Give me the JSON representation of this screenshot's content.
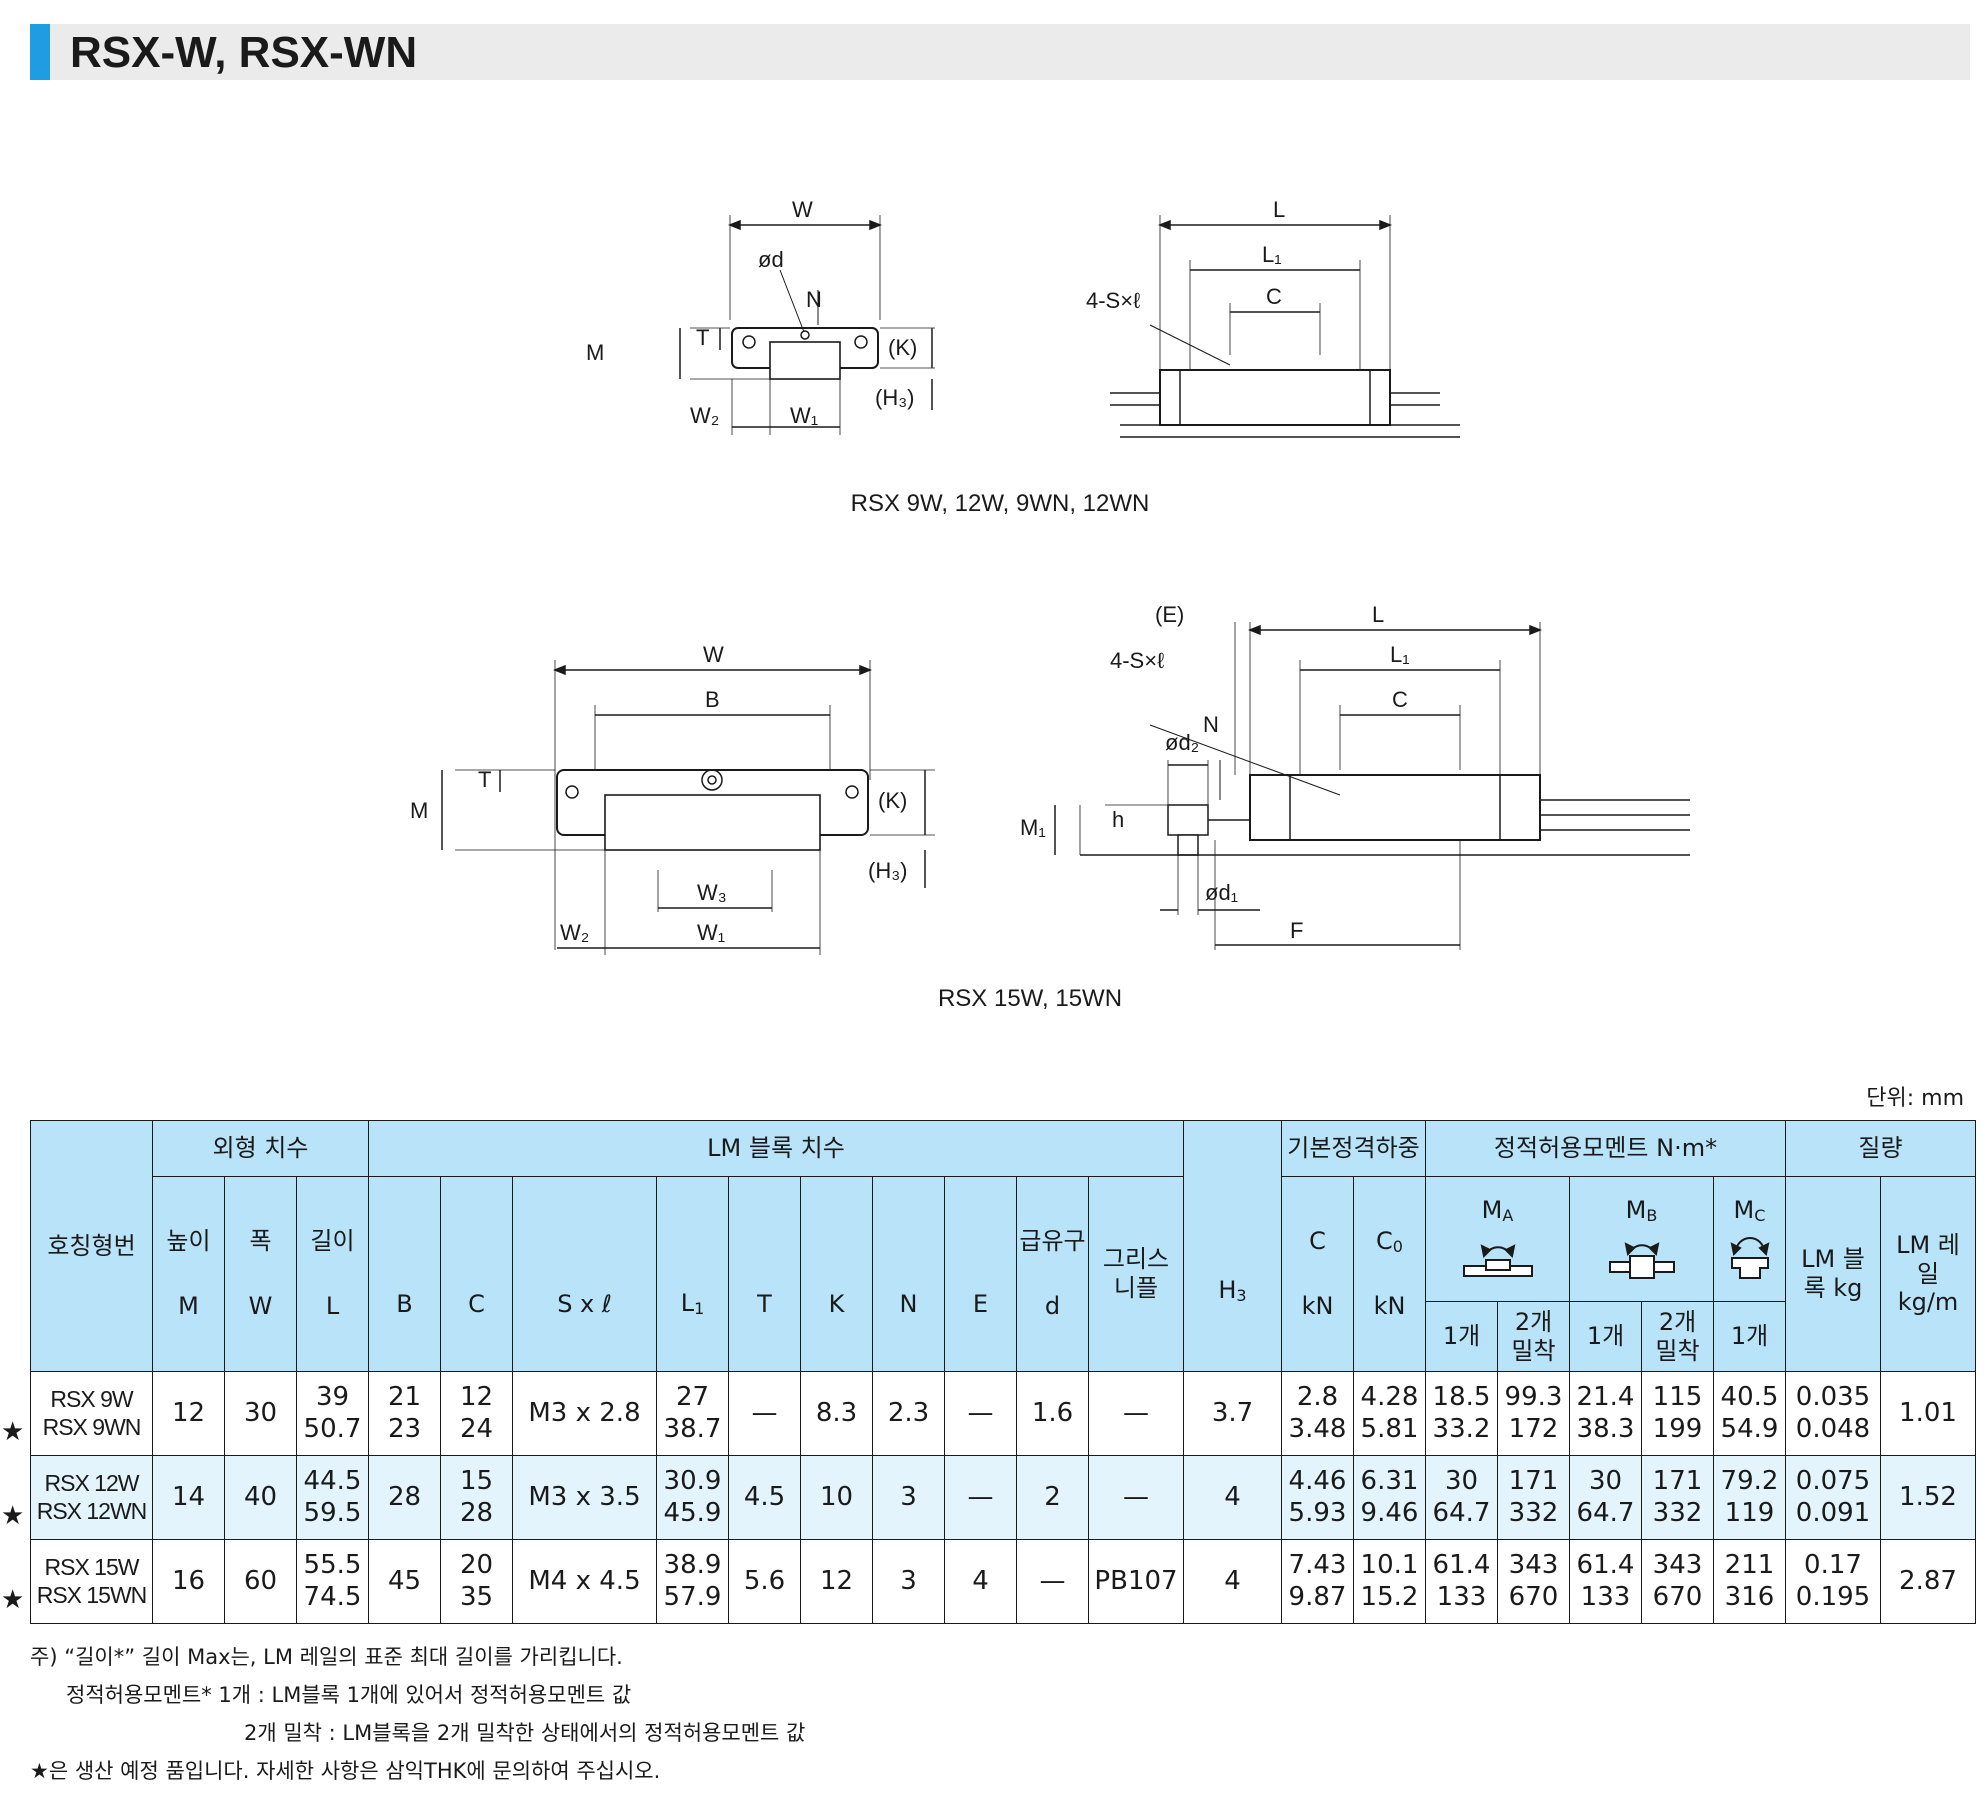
{
  "title": "RSX-W, RSX-WN",
  "colors": {
    "accent": "#1f9de2",
    "header_bg": "#b8e3f8",
    "alt_row_bg": "#e3f4fc",
    "title_bg": "#ebebeb"
  },
  "drawing1": {
    "caption": "RSX 9W, 12W, 9WN, 12WN",
    "end_labels": {
      "W": "W",
      "od": "ød",
      "N": "N",
      "T": "T",
      "M": "M",
      "K": "(K)",
      "H3": "(H₃)",
      "W2": "W₂",
      "W1": "W₁"
    },
    "side_labels": {
      "L": "L",
      "L1": "L₁",
      "C": "C",
      "Sl": "4-S×ℓ"
    }
  },
  "drawing2": {
    "caption": "RSX 15W, 15WN",
    "end_labels": {
      "W": "W",
      "B": "B",
      "T": "T",
      "M": "M",
      "K": "(K)",
      "H3": "(H₃)",
      "W3": "W₃",
      "W2": "W₂",
      "W1": "W₁"
    },
    "side_labels": {
      "E": "(E)",
      "L": "L",
      "L1": "L₁",
      "Sl": "4-S×ℓ",
      "C": "C",
      "N": "N",
      "od2": "ød₂",
      "h": "h",
      "M1": "M₁",
      "od1": "ød₁",
      "F": "F"
    }
  },
  "unit": "단위: mm",
  "table": {
    "headers": {
      "model": "호칭형번",
      "outer": "외형 치수",
      "block": "LM 블록 치수",
      "rating": "기본정격하중",
      "moment": "정적허용모멘트 N·m*",
      "mass": "질량",
      "height_kr": "높이",
      "width_kr": "폭",
      "length_kr": "길이",
      "M": "M",
      "W": "W",
      "L": "L",
      "B": "B",
      "C": "C",
      "Sl": "S x ℓ",
      "L1": "L",
      "L1_sub": "1",
      "T": "T",
      "K": "K",
      "N": "N",
      "E": "E",
      "grease_kr": "급유구",
      "d": "d",
      "nipple": "그리스 니플",
      "H3": "H",
      "H3_sub": "3",
      "Cr": "C",
      "C0": "C",
      "C0_sub": "0",
      "kN": "kN",
      "MA": "M",
      "MA_sub": "A",
      "MB": "M",
      "MB_sub": "B",
      "MC": "M",
      "MC_sub": "C",
      "one": "1개",
      "two_a": "2개",
      "two_b": "밀착",
      "lm_block": "LM 블록 kg",
      "lm_rail": "LM 레일 kg/m"
    },
    "rows": [
      {
        "star": "★",
        "model": [
          "RSX 9W",
          "RSX 9WN"
        ],
        "M": "12",
        "W": "30",
        "L": [
          "39",
          "50.7"
        ],
        "B": [
          "21",
          "23"
        ],
        "C": [
          "12",
          "24"
        ],
        "Sl": "M3 x 2.8",
        "L1": [
          "27",
          "38.7"
        ],
        "T": "—",
        "K": "8.3",
        "N": "2.3",
        "E": "—",
        "d": "1.6",
        "nipple": "—",
        "H3": "3.7",
        "Cr": [
          "2.8",
          "3.48"
        ],
        "C0": [
          "4.28",
          "5.81"
        ],
        "MA1": [
          "18.5",
          "33.2"
        ],
        "MA2": [
          "99.3",
          "172"
        ],
        "MB1": [
          "21.4",
          "38.3"
        ],
        "MB2": [
          "115",
          "199"
        ],
        "MC1": [
          "40.5",
          "54.9"
        ],
        "block_kg": [
          "0.035",
          "0.048"
        ],
        "rail_kgm": "1.01"
      },
      {
        "star": "★",
        "model": [
          "RSX 12W",
          "RSX 12WN"
        ],
        "M": "14",
        "W": "40",
        "L": [
          "44.5",
          "59.5"
        ],
        "B": "28",
        "C": [
          "15",
          "28"
        ],
        "Sl": "M3 x 3.5",
        "L1": [
          "30.9",
          "45.9"
        ],
        "T": "4.5",
        "K": "10",
        "N": "3",
        "E": "—",
        "d": "2",
        "nipple": "—",
        "H3": "4",
        "Cr": [
          "4.46",
          "5.93"
        ],
        "C0": [
          "6.31",
          "9.46"
        ],
        "MA1": [
          "30",
          "64.7"
        ],
        "MA2": [
          "171",
          "332"
        ],
        "MB1": [
          "30",
          "64.7"
        ],
        "MB2": [
          "171",
          "332"
        ],
        "MC1": [
          "79.2",
          "119"
        ],
        "block_kg": [
          "0.075",
          "0.091"
        ],
        "rail_kgm": "1.52"
      },
      {
        "star": "★",
        "model": [
          "RSX 15W",
          "RSX 15WN"
        ],
        "M": "16",
        "W": "60",
        "L": [
          "55.5",
          "74.5"
        ],
        "B": "45",
        "C": [
          "20",
          "35"
        ],
        "Sl": "M4 x 4.5",
        "L1": [
          "38.9",
          "57.9"
        ],
        "T": "5.6",
        "K": "12",
        "N": "3",
        "E": "4",
        "d": "—",
        "nipple": "PB107",
        "H3": "4",
        "Cr": [
          "7.43",
          "9.87"
        ],
        "C0": [
          "10.1",
          "15.2"
        ],
        "MA1": [
          "61.4",
          "133"
        ],
        "MA2": [
          "343",
          "670"
        ],
        "MB1": [
          "61.4",
          "133"
        ],
        "MB2": [
          "343",
          "670"
        ],
        "MC1": [
          "211",
          "316"
        ],
        "block_kg": [
          "0.17",
          "0.195"
        ],
        "rail_kgm": "2.87"
      }
    ]
  },
  "notes": {
    "line1": "주) “길이*” 길이 Max는, LM 레일의 표준 최대 길이를 가리킵니다.",
    "line2": "정적허용모멘트*  1개 : LM블록 1개에 있어서 정적허용모멘트 값",
    "line3": "2개 밀착 : LM블록을 2개 밀착한 상태에서의 정적허용모멘트 값",
    "line4": "★은 생산 예정 품입니다. 자세한 사항은 삼익THK에 문의하여 주십시오."
  }
}
